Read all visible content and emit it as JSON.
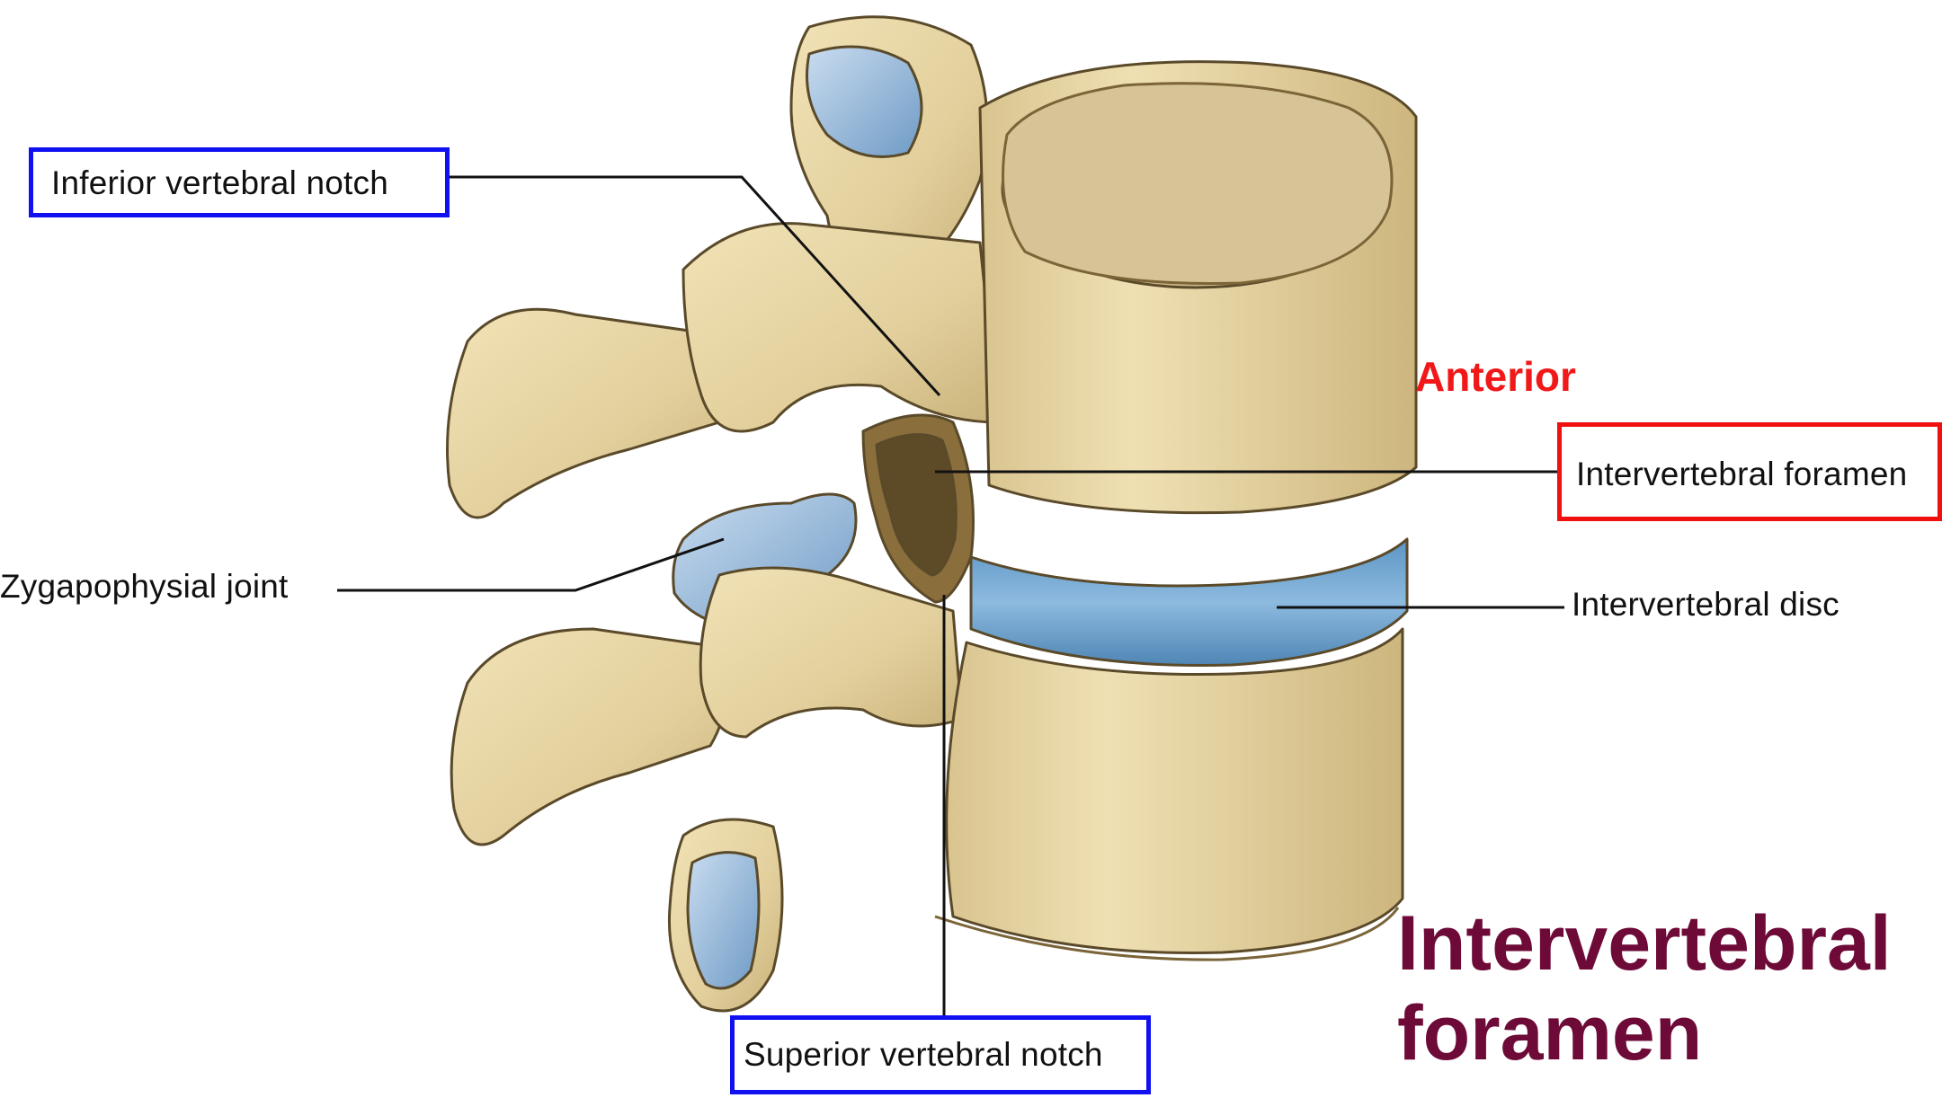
{
  "labels": {
    "inferior_notch": "Inferior vertebral notch",
    "zygapophysial_joint": "Zygapophysial joint",
    "superior_notch": "Superior vertebral notch",
    "intervertebral_foramen": "Intervertebral foramen",
    "intervertebral_disc": "Intervertebral disc",
    "anterior": "Anterior"
  },
  "title": {
    "line1": "Intervertebral",
    "line2": "foramen"
  },
  "colors": {
    "highlight_box_blue": "#1010f0",
    "highlight_box_red": "#f01010",
    "anterior_text": "#f01818",
    "title_text": "#6e0a37",
    "bone": "#e6d4a3",
    "cartilage": "#8fb8d8"
  }
}
